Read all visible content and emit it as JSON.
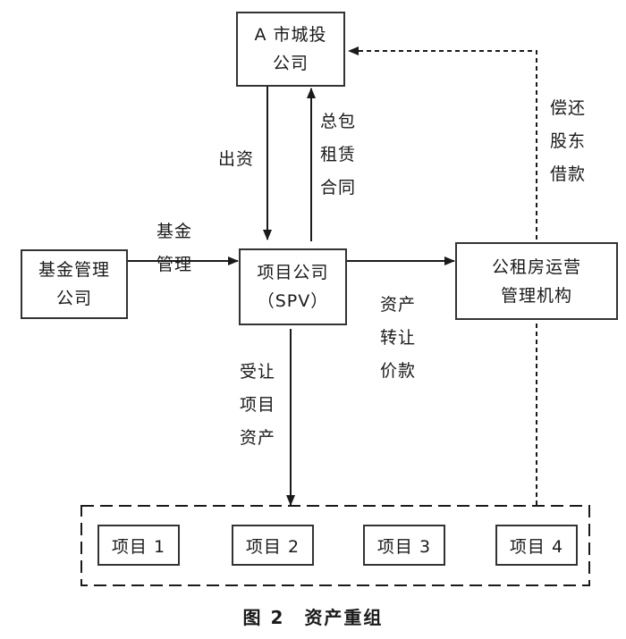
{
  "nodes": {
    "city_company": [
      "A 市城投",
      "公司"
    ],
    "fund_manager": [
      "基金管理",
      "公司"
    ],
    "spv": [
      "项目公司",
      "（SPV）"
    ],
    "housing_agency": [
      "公租房运营",
      "管理机构"
    ]
  },
  "projects": [
    "项目 1",
    "项目 2",
    "项目 3",
    "项目 4"
  ],
  "edge_labels": {
    "capital": [
      "出资"
    ],
    "lease_contract": [
      "总包",
      "租赁",
      "合同"
    ],
    "fund_management": [
      "基金",
      "管理"
    ],
    "transfer_payment": [
      "资产",
      "转让",
      "价款"
    ],
    "transferred_assets": [
      "受让",
      "项目",
      "资产"
    ],
    "shareholder_loan": [
      "偿还",
      "股东",
      "借款"
    ]
  },
  "caption": {
    "number": "图 2",
    "title": "资产重组"
  },
  "colors": {
    "line": "#1a1a1a",
    "border": "#333333"
  }
}
